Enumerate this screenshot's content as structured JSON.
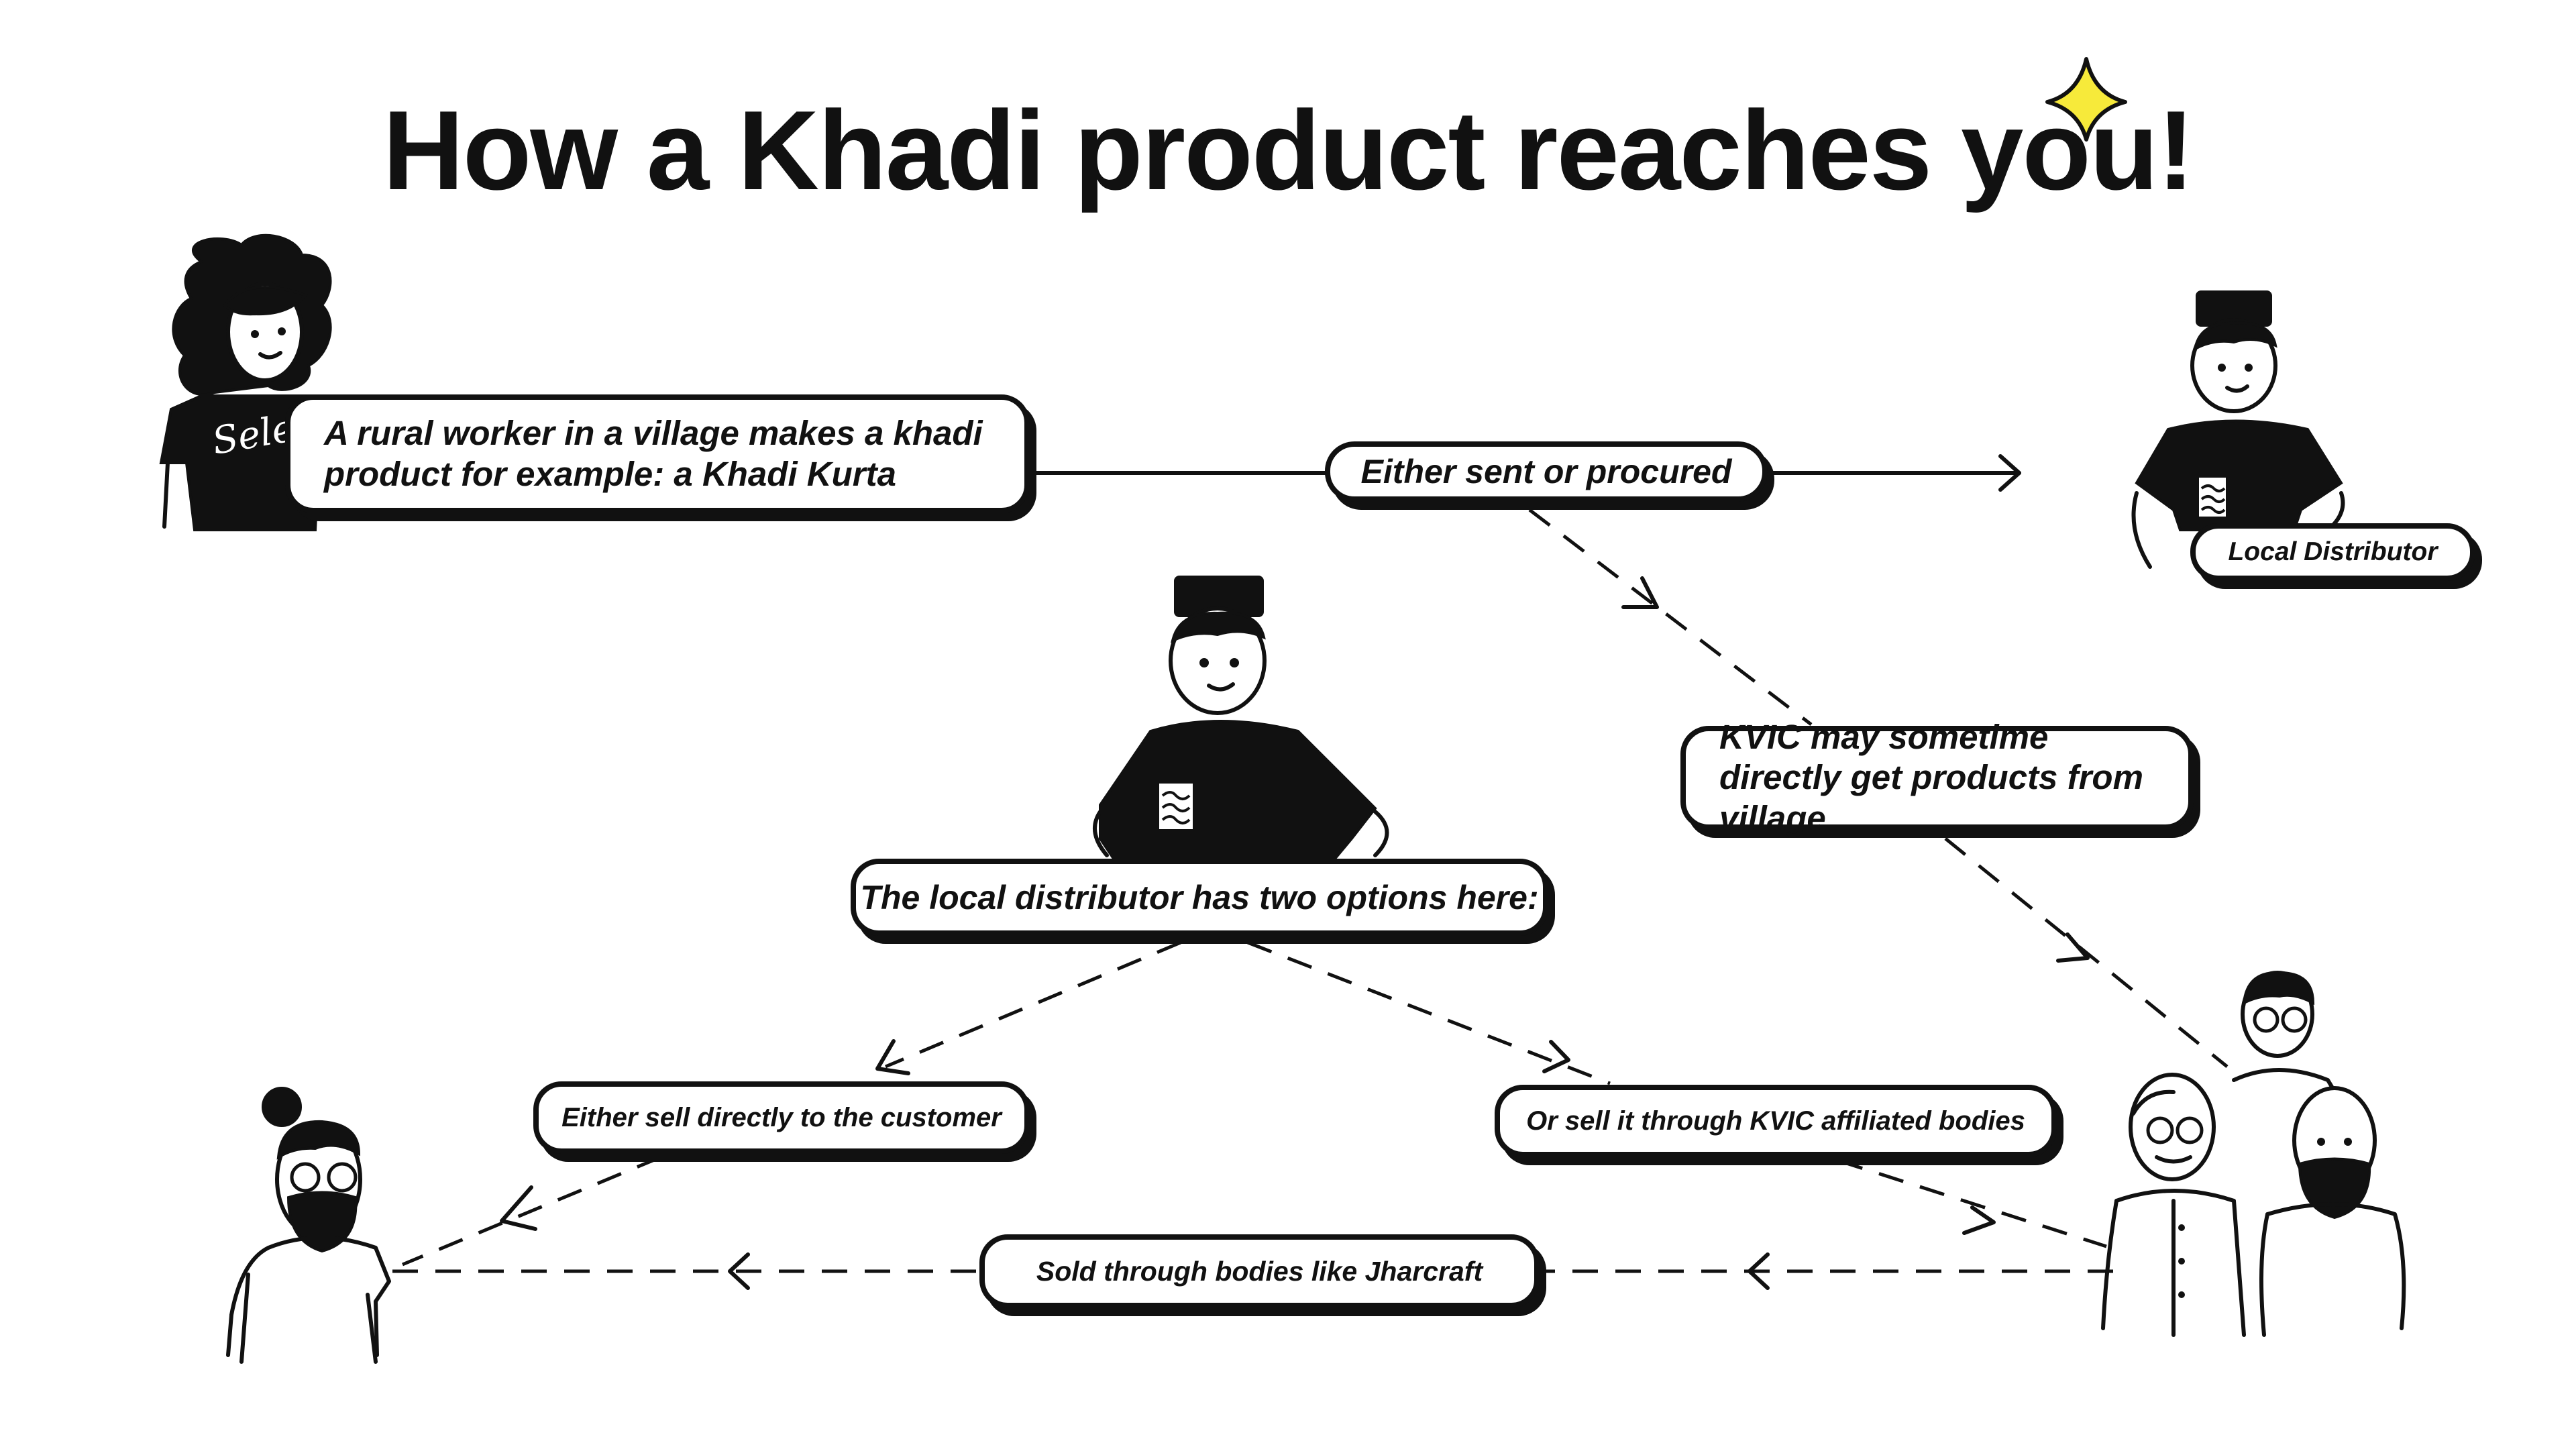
{
  "title": "How a Khadi product reaches you!",
  "colors": {
    "accent_star": "#f7ea3a",
    "ink": "#111111",
    "background": "#ffffff"
  },
  "shirt_print": "Selen",
  "boxes": {
    "rural_worker": "A rural worker in a village makes a khadi product for example: a Khadi Kurta",
    "sent_procured": "Either sent or procured",
    "local_distributor": "Local Distributor",
    "kvic_direct": "KVIC may sometime directly get products from village",
    "distributor_options": "The local distributor has two options here:",
    "sell_direct": "Either sell directly to the customer",
    "sell_kvic": "Or sell it through KVIC affiliated bodies",
    "sold_jharcraft": "Sold through bodies like Jharcraft"
  },
  "icons": [
    "sparkle-star-icon",
    "rural-worker-figure",
    "distributor-figure",
    "customer-figure",
    "kvic-group-figure"
  ]
}
